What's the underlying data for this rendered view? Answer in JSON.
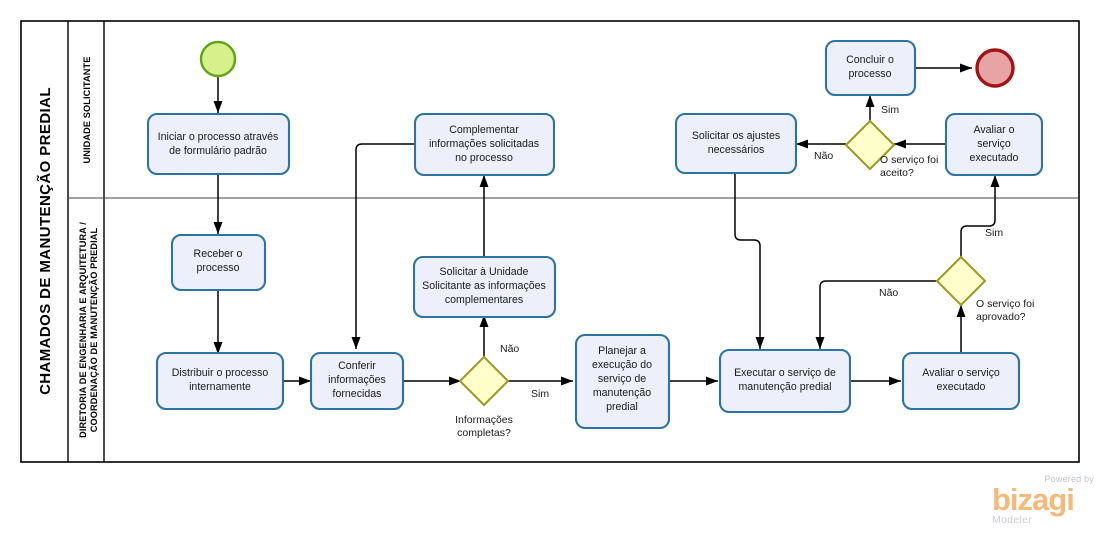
{
  "diagram": {
    "type": "bpmn-process",
    "pool_title": "CHAMADOS DE MANUTENÇÃO PREDIAL",
    "lanes": [
      {
        "id": "lane-top",
        "title": "UNIDADE SOLICITANTE"
      },
      {
        "id": "lane-bottom",
        "title": "DIRETORIA DE ENGENHARIA E ARQUITETURA / COORDENAÇÃO DE MANUTENÇÃO PREDIAL"
      }
    ],
    "lane_bottom_line1": "DIRETORIA DE ENGENHARIA E ARQUITETURA /",
    "lane_bottom_line2": "COORDENAÇÃO DE MANUTENÇÃO PREDIAL",
    "events": [
      {
        "id": "start",
        "kind": "start-event",
        "label": ""
      },
      {
        "id": "end",
        "kind": "end-event",
        "label": ""
      }
    ],
    "tasks": [
      {
        "id": "t1",
        "lines": [
          "Iniciar o processo através",
          "de formulário padrão"
        ]
      },
      {
        "id": "t2",
        "lines": [
          "Complementar",
          "informações solicitadas",
          "no processo"
        ]
      },
      {
        "id": "t3",
        "lines": [
          "Solicitar os ajustes",
          "necessários"
        ]
      },
      {
        "id": "t4",
        "lines": [
          "Concluir o",
          "processo"
        ]
      },
      {
        "id": "t5",
        "lines": [
          "Avaliar o",
          "serviço",
          "executado"
        ]
      },
      {
        "id": "t6",
        "lines": [
          "Receber o",
          "processo"
        ]
      },
      {
        "id": "t7",
        "lines": [
          "Distribuir o processo",
          "internamente"
        ]
      },
      {
        "id": "t8",
        "lines": [
          "Conferir",
          "informações",
          "fornecidas"
        ]
      },
      {
        "id": "t9",
        "lines": [
          "Solicitar à Unidade",
          "Solicitante as informações",
          "complementares"
        ]
      },
      {
        "id": "t10",
        "lines": [
          "Planejar a",
          "execução do",
          "serviço de",
          "manutenção",
          "predial"
        ]
      },
      {
        "id": "t11",
        "lines": [
          "Executar o serviço de",
          "manutenção predial"
        ]
      },
      {
        "id": "t12",
        "lines": [
          "Avaliar o serviço",
          "executado"
        ]
      }
    ],
    "gateways": [
      {
        "id": "g1",
        "lines": [
          "Informações",
          "completas?"
        ]
      },
      {
        "id": "g2",
        "lines": [
          "O serviço foi",
          "aceito?"
        ]
      },
      {
        "id": "g3",
        "lines": [
          "O serviço foi",
          "aprovado?"
        ]
      }
    ],
    "flow_labels": {
      "g1_nao": "Não",
      "g1_sim": "Sim",
      "g2_sim": "Sim",
      "g2_nao": "Não",
      "g3_nao": "Não",
      "g3_sim": "Sim"
    },
    "colors": {
      "task_fill": "#EDF0FB",
      "task_stroke": "#2E74A3",
      "gateway_fill": "#FFFFCC",
      "gateway_stroke": "#9C9C28",
      "start_fill": "#D7F08C",
      "start_stroke": "#5FA513",
      "end_fill": "#E8A4A4",
      "end_stroke": "#A21414",
      "flow_stroke": "#000000",
      "watermark_brand": "#F5B97A"
    }
  },
  "watermark": {
    "powered": "Powered by",
    "brand": "bizagi",
    "product": "Modeler"
  }
}
